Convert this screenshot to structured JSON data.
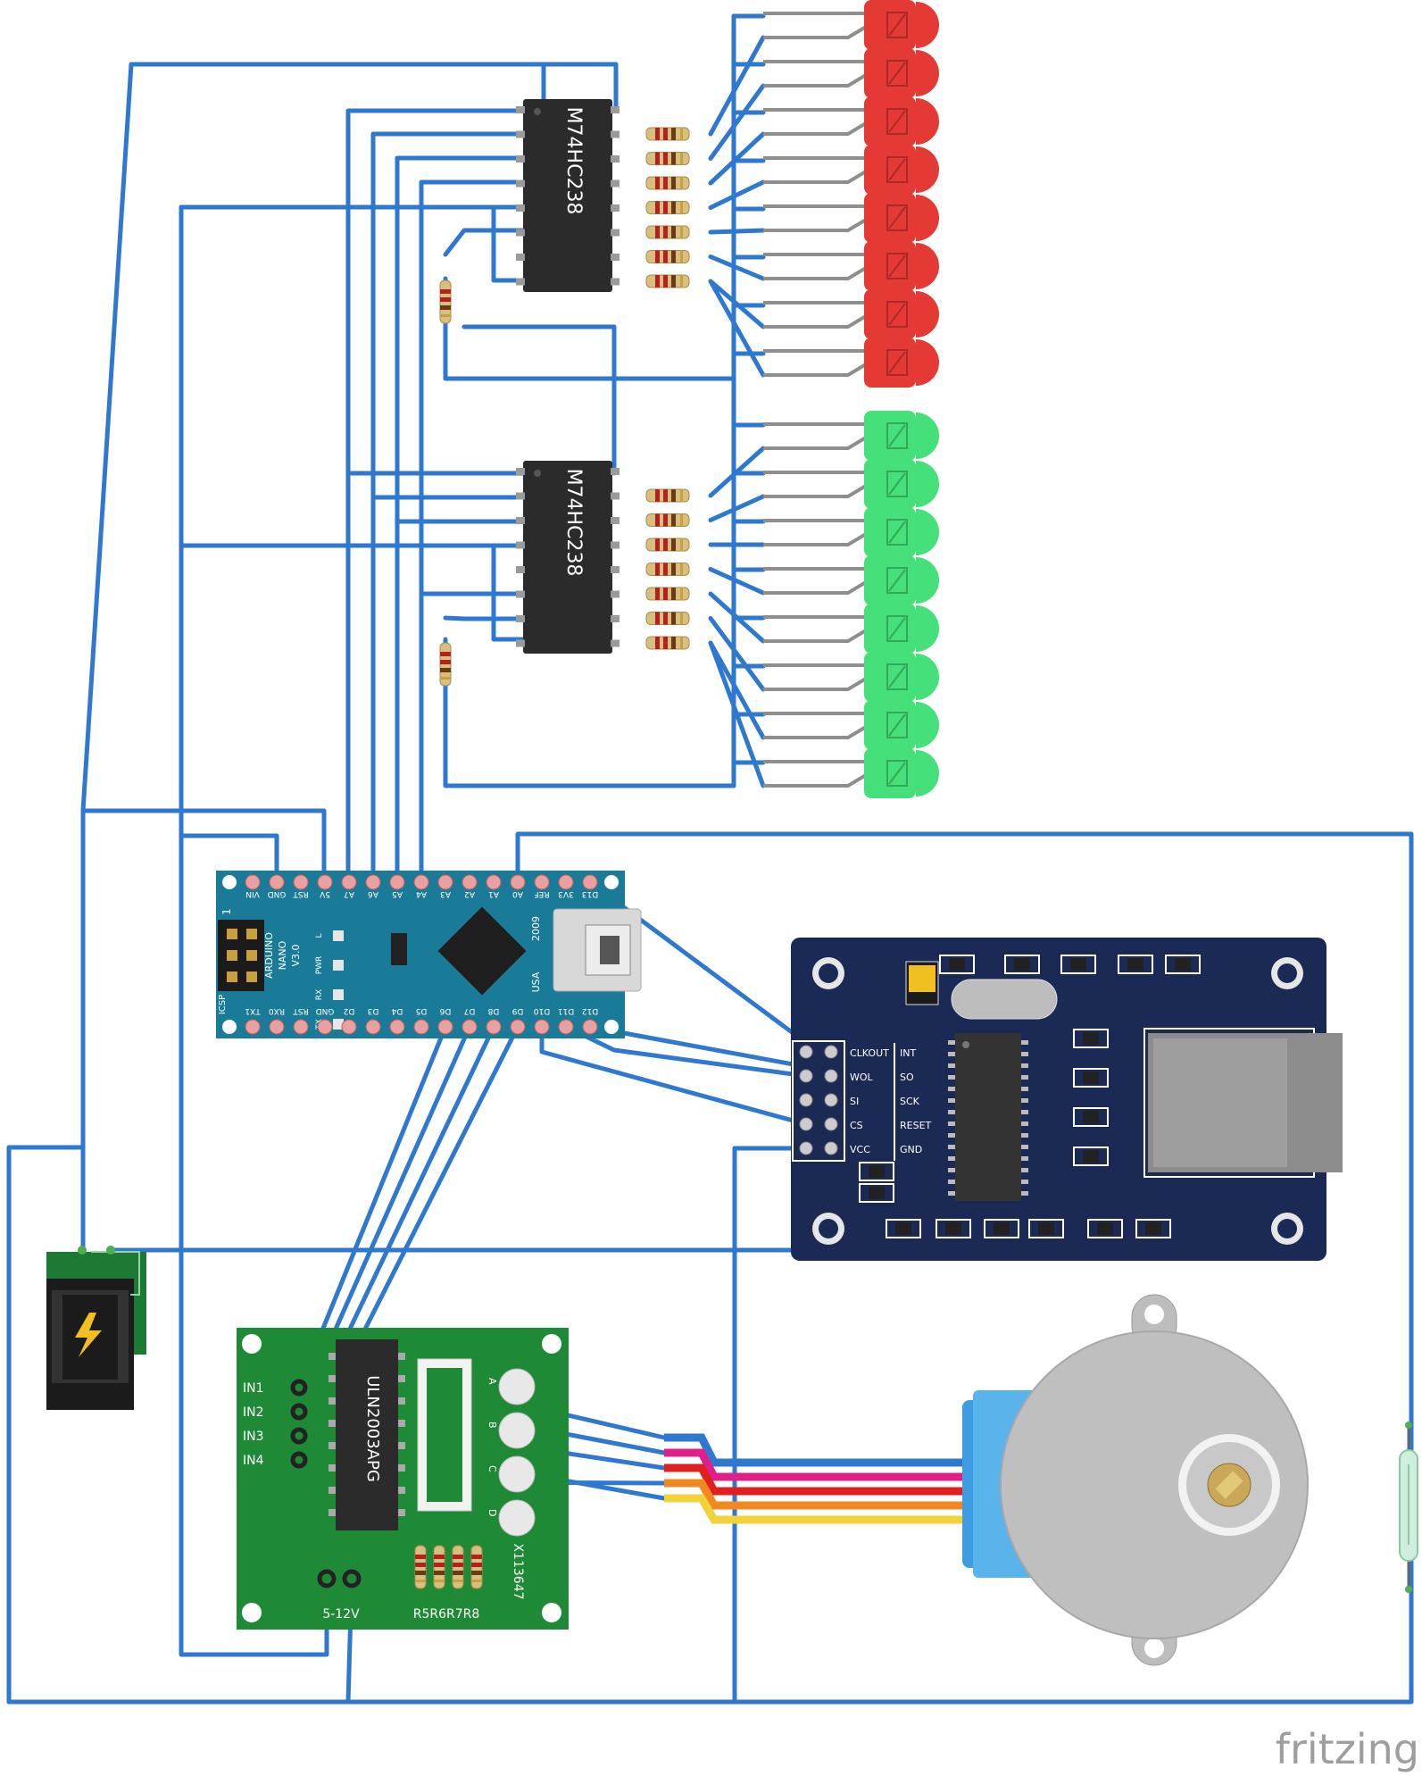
{
  "chips": [
    {
      "label": "M74HC238"
    },
    {
      "label": "M74HC238"
    }
  ],
  "arduino": {
    "top_pins": [
      "VIN",
      "GND",
      "RST",
      "5V",
      "A7",
      "A6",
      "A5",
      "A4",
      "A3",
      "A2",
      "A1",
      "A0",
      "REF",
      "3V3",
      "D13"
    ],
    "bottom_pins": [
      "TX1",
      "RX0",
      "RST",
      "GND",
      "D2",
      "D3",
      "D4",
      "D5",
      "D6",
      "D7",
      "D8",
      "D9",
      "D10",
      "D11",
      "D12"
    ],
    "model_lines": [
      "ARDUINO",
      "NANO",
      "V3.0"
    ],
    "icsp": "ICSP",
    "pin1": "1",
    "leds": [
      "L",
      "PWR",
      "RX",
      "TX"
    ],
    "year": "2009",
    "country": "USA"
  },
  "enc_module": {
    "left_labels": [
      "CLKOUT",
      "WOL",
      "SI",
      "CS",
      "VCC"
    ],
    "right_labels": [
      "INT",
      "SO",
      "SCK",
      "RESET",
      "GND"
    ]
  },
  "uln_board": {
    "chip_label": "ULN2003APG",
    "inputs": [
      "IN1",
      "IN2",
      "IN3",
      "IN4"
    ],
    "power": "5-12V",
    "resistors": "R5R6R7R8",
    "side": "X113647",
    "phases": [
      "A",
      "B",
      "C",
      "D"
    ]
  },
  "led_colors": {
    "red": "#e53935",
    "green": "#45e07a"
  },
  "wire_color": "#2f78d0",
  "motor_wire_colors": [
    "#2f78d0",
    "#e0208a",
    "#e02020",
    "#f08a20",
    "#f2d23a"
  ],
  "logo": "fritzing"
}
